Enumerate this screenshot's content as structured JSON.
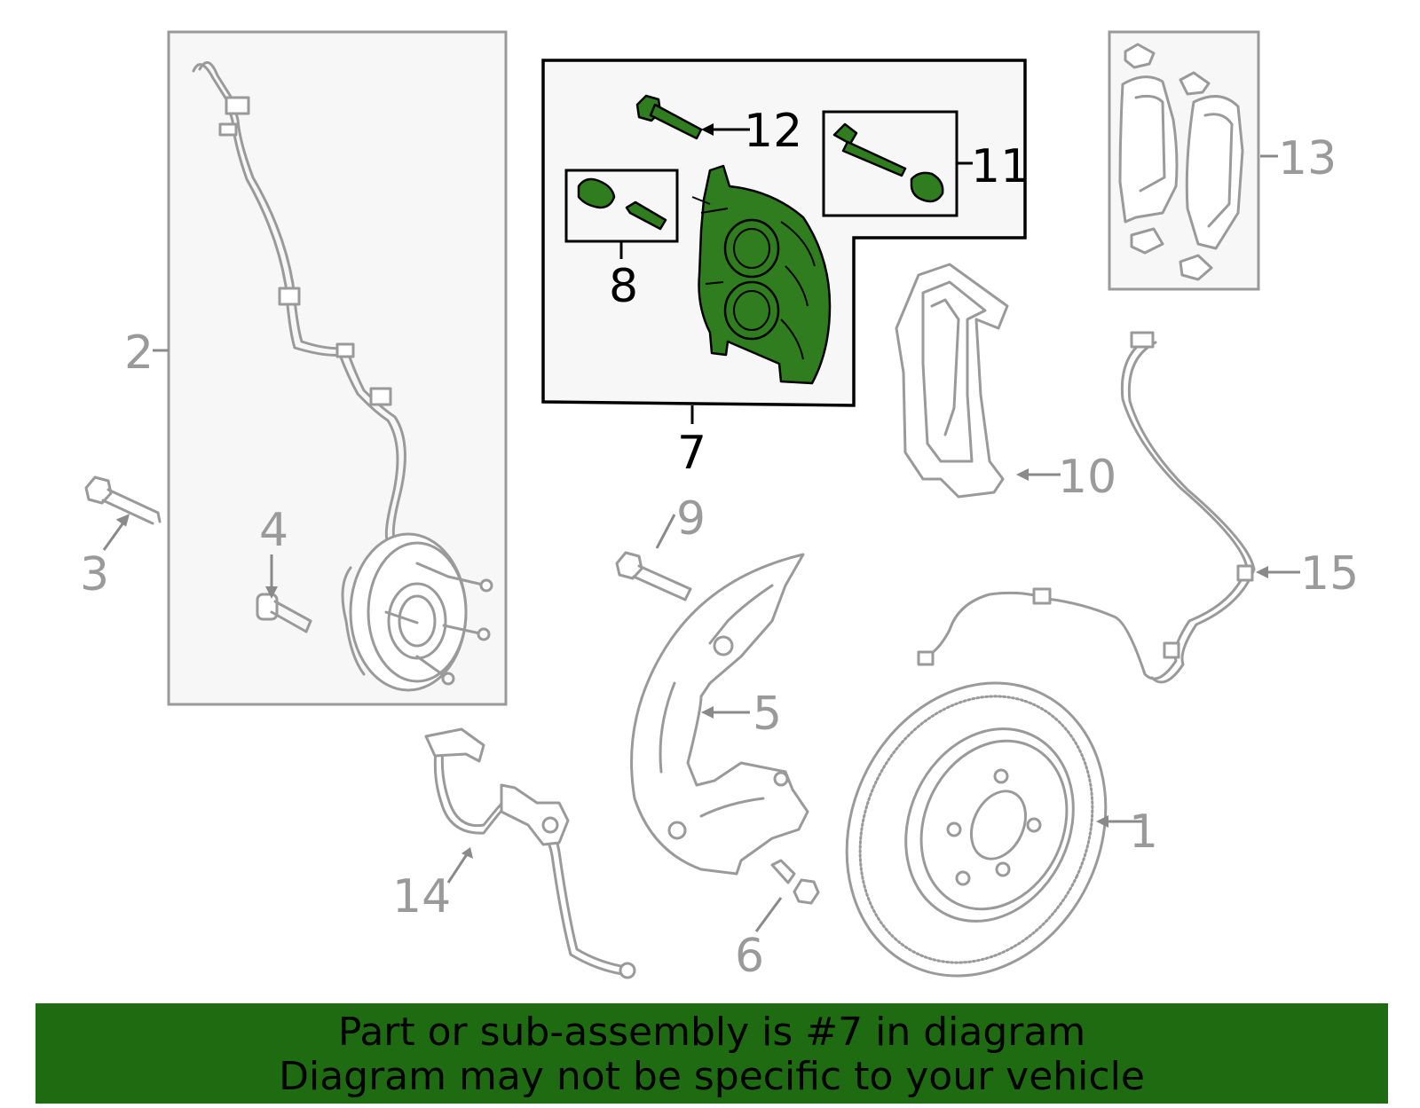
{
  "callouts": {
    "c1": "1",
    "c2": "2",
    "c3": "3",
    "c4": "4",
    "c5": "5",
    "c6": "6",
    "c7": "7",
    "c8": "8",
    "c9": "9",
    "c10": "10",
    "c11": "11",
    "c12": "12",
    "c13": "13",
    "c14": "14",
    "c15": "15"
  },
  "highlight": {
    "part": "7",
    "color": "#2f7d1e"
  },
  "banner": {
    "line1": "Part or sub-assembly is #7 in diagram",
    "line2": "Diagram may not be specific to your vehicle",
    "color": "#1f6b12"
  }
}
